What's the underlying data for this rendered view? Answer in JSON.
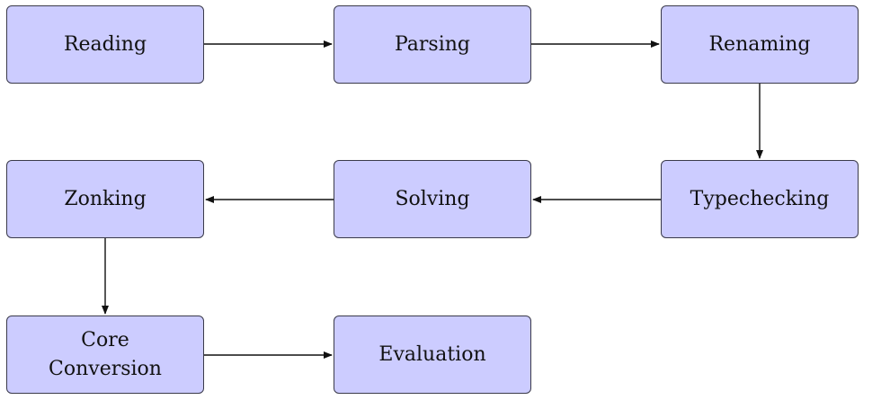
{
  "diagram": {
    "type": "flowchart",
    "colors": {
      "node_fill": "#ccccff",
      "node_border": "#3a3a4a",
      "arrow": "#111111"
    },
    "nodes": {
      "reading": "Reading",
      "parsing": "Parsing",
      "renaming": "Renaming",
      "typechecking": "Typechecking",
      "solving": "Solving",
      "zonking": "Zonking",
      "core_conversion": "Core\nConversion",
      "evaluation": "Evaluation"
    },
    "edges": [
      {
        "from": "reading",
        "to": "parsing"
      },
      {
        "from": "parsing",
        "to": "renaming"
      },
      {
        "from": "renaming",
        "to": "typechecking"
      },
      {
        "from": "typechecking",
        "to": "solving"
      },
      {
        "from": "solving",
        "to": "zonking"
      },
      {
        "from": "zonking",
        "to": "core_conversion"
      },
      {
        "from": "core_conversion",
        "to": "evaluation"
      }
    ]
  }
}
